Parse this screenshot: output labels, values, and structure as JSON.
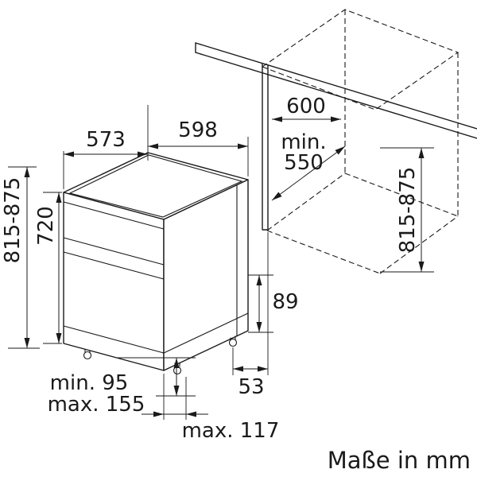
{
  "diagram": {
    "units_note": "Maße in mm",
    "ink_color": "#1a1a1a",
    "dimensions": {
      "appliance_depth": "573",
      "appliance_width": "598",
      "niche_width": "600",
      "niche_depth_min_label": "min.",
      "niche_depth_min_value": "550",
      "niche_height": "815-875",
      "appliance_height": "815-875",
      "body_height": "720",
      "rear_clearance": "89",
      "base_height_min": "min. 95",
      "base_height_max": "max. 155",
      "side_offset": "53",
      "base_recess_max": "max. 117"
    }
  }
}
